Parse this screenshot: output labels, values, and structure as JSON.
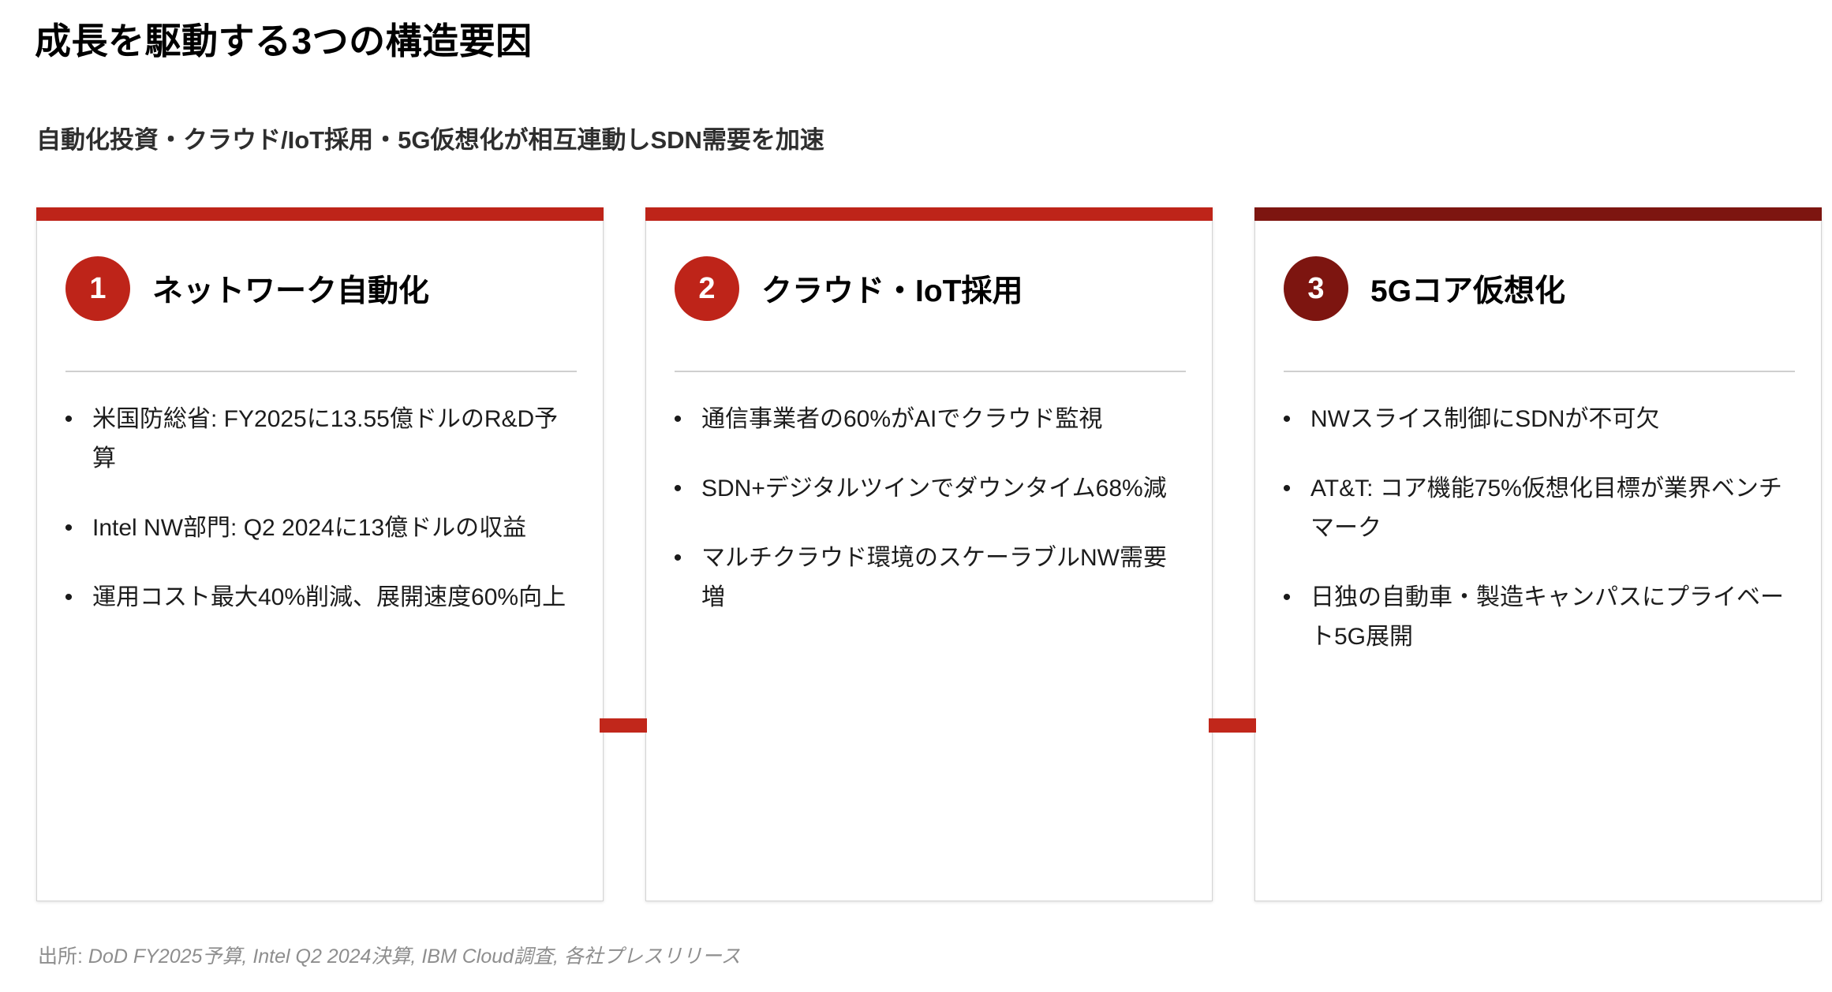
{
  "header": {
    "title": "成長を駆動する3つの構造要因",
    "subtitle": "自動化投資・クラウド/IoT採用・5G仮想化が相互連動しSDN需要を加速"
  },
  "colors": {
    "accent_red": "#BE2419",
    "accent_dark_red": "#7D1510",
    "connector_red": "#C1271B",
    "title_color": "#000000",
    "subtitle_color": "#2E2E2E",
    "body_color": "#1C1C1C",
    "source_color": "#8E8E8E",
    "card_border": "#D4D4D4",
    "divider": "#CFCFCF"
  },
  "cards": [
    {
      "number": "1",
      "title": "ネットワーク自動化",
      "accent": "#BE2419",
      "badge_color": "#BE2419",
      "bullets": [
        "米国防総省: FY2025に13.55億ドルのR&D予算",
        "Intel NW部門: Q2 2024に13億ドルの収益",
        "運用コスト最大40%削減、展開速度60%向上"
      ]
    },
    {
      "number": "2",
      "title": "クラウド・IoT採用",
      "accent": "#BE2419",
      "badge_color": "#BE2419",
      "bullets": [
        "通信事業者の60%がAIでクラウド監視",
        "SDN+デジタルツインでダウンタイム68%減",
        "マルチクラウド環境のスケーラブルNW需要増"
      ]
    },
    {
      "number": "3",
      "title": "5Gコア仮想化",
      "accent": "#7D1510",
      "badge_color": "#7D1510",
      "bullets": [
        "NWスライス制御にSDNが不可欠",
        "AT&T: コア機能75%仮想化目標が業界ベンチマーク",
        "日独の自動車・製造キャンパスにプライベート5G展開"
      ]
    }
  ],
  "connectors": [
    {
      "name": "connector-1-2"
    },
    {
      "name": "connector-2-3"
    }
  ],
  "footer": {
    "source_label": "出所: ",
    "source_text": "DoD FY2025予算, Intel Q2 2024決算, IBM Cloud調査, 各社プレスリリース"
  },
  "bullet_glyph": "•"
}
